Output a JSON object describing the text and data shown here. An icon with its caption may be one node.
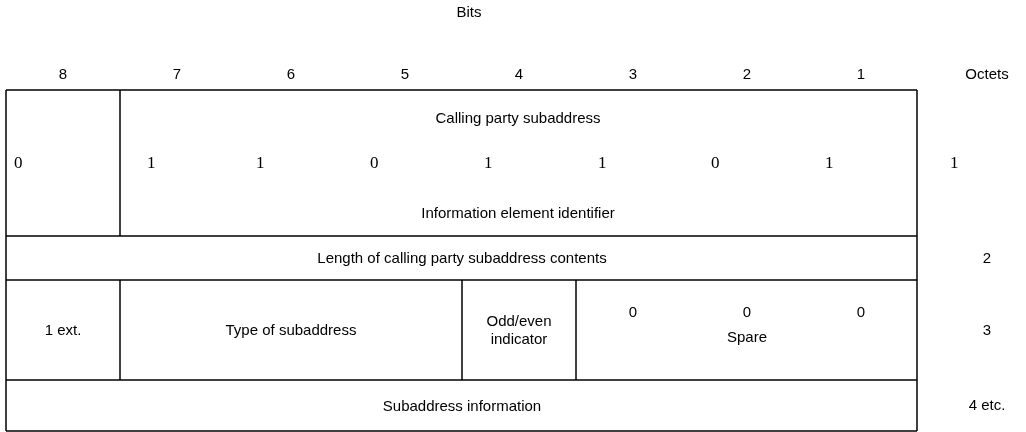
{
  "diagram": {
    "labels": [
      "Bits",
      "8",
      "7",
      "6",
      "5",
      "4",
      "3",
      "2",
      "1",
      "Octets",
      "Calling party subaddress",
      "0",
      "1",
      "1",
      "0",
      "1",
      "1",
      "0",
      "1",
      "1",
      "Information element identifier",
      "Length of calling party subaddress contents",
      "2",
      "1 ext.",
      "Type of subaddress",
      "Odd/even indicator",
      "0",
      "0",
      "0",
      "Spare",
      "3",
      "Subaddress information",
      "4 etc."
    ]
  }
}
